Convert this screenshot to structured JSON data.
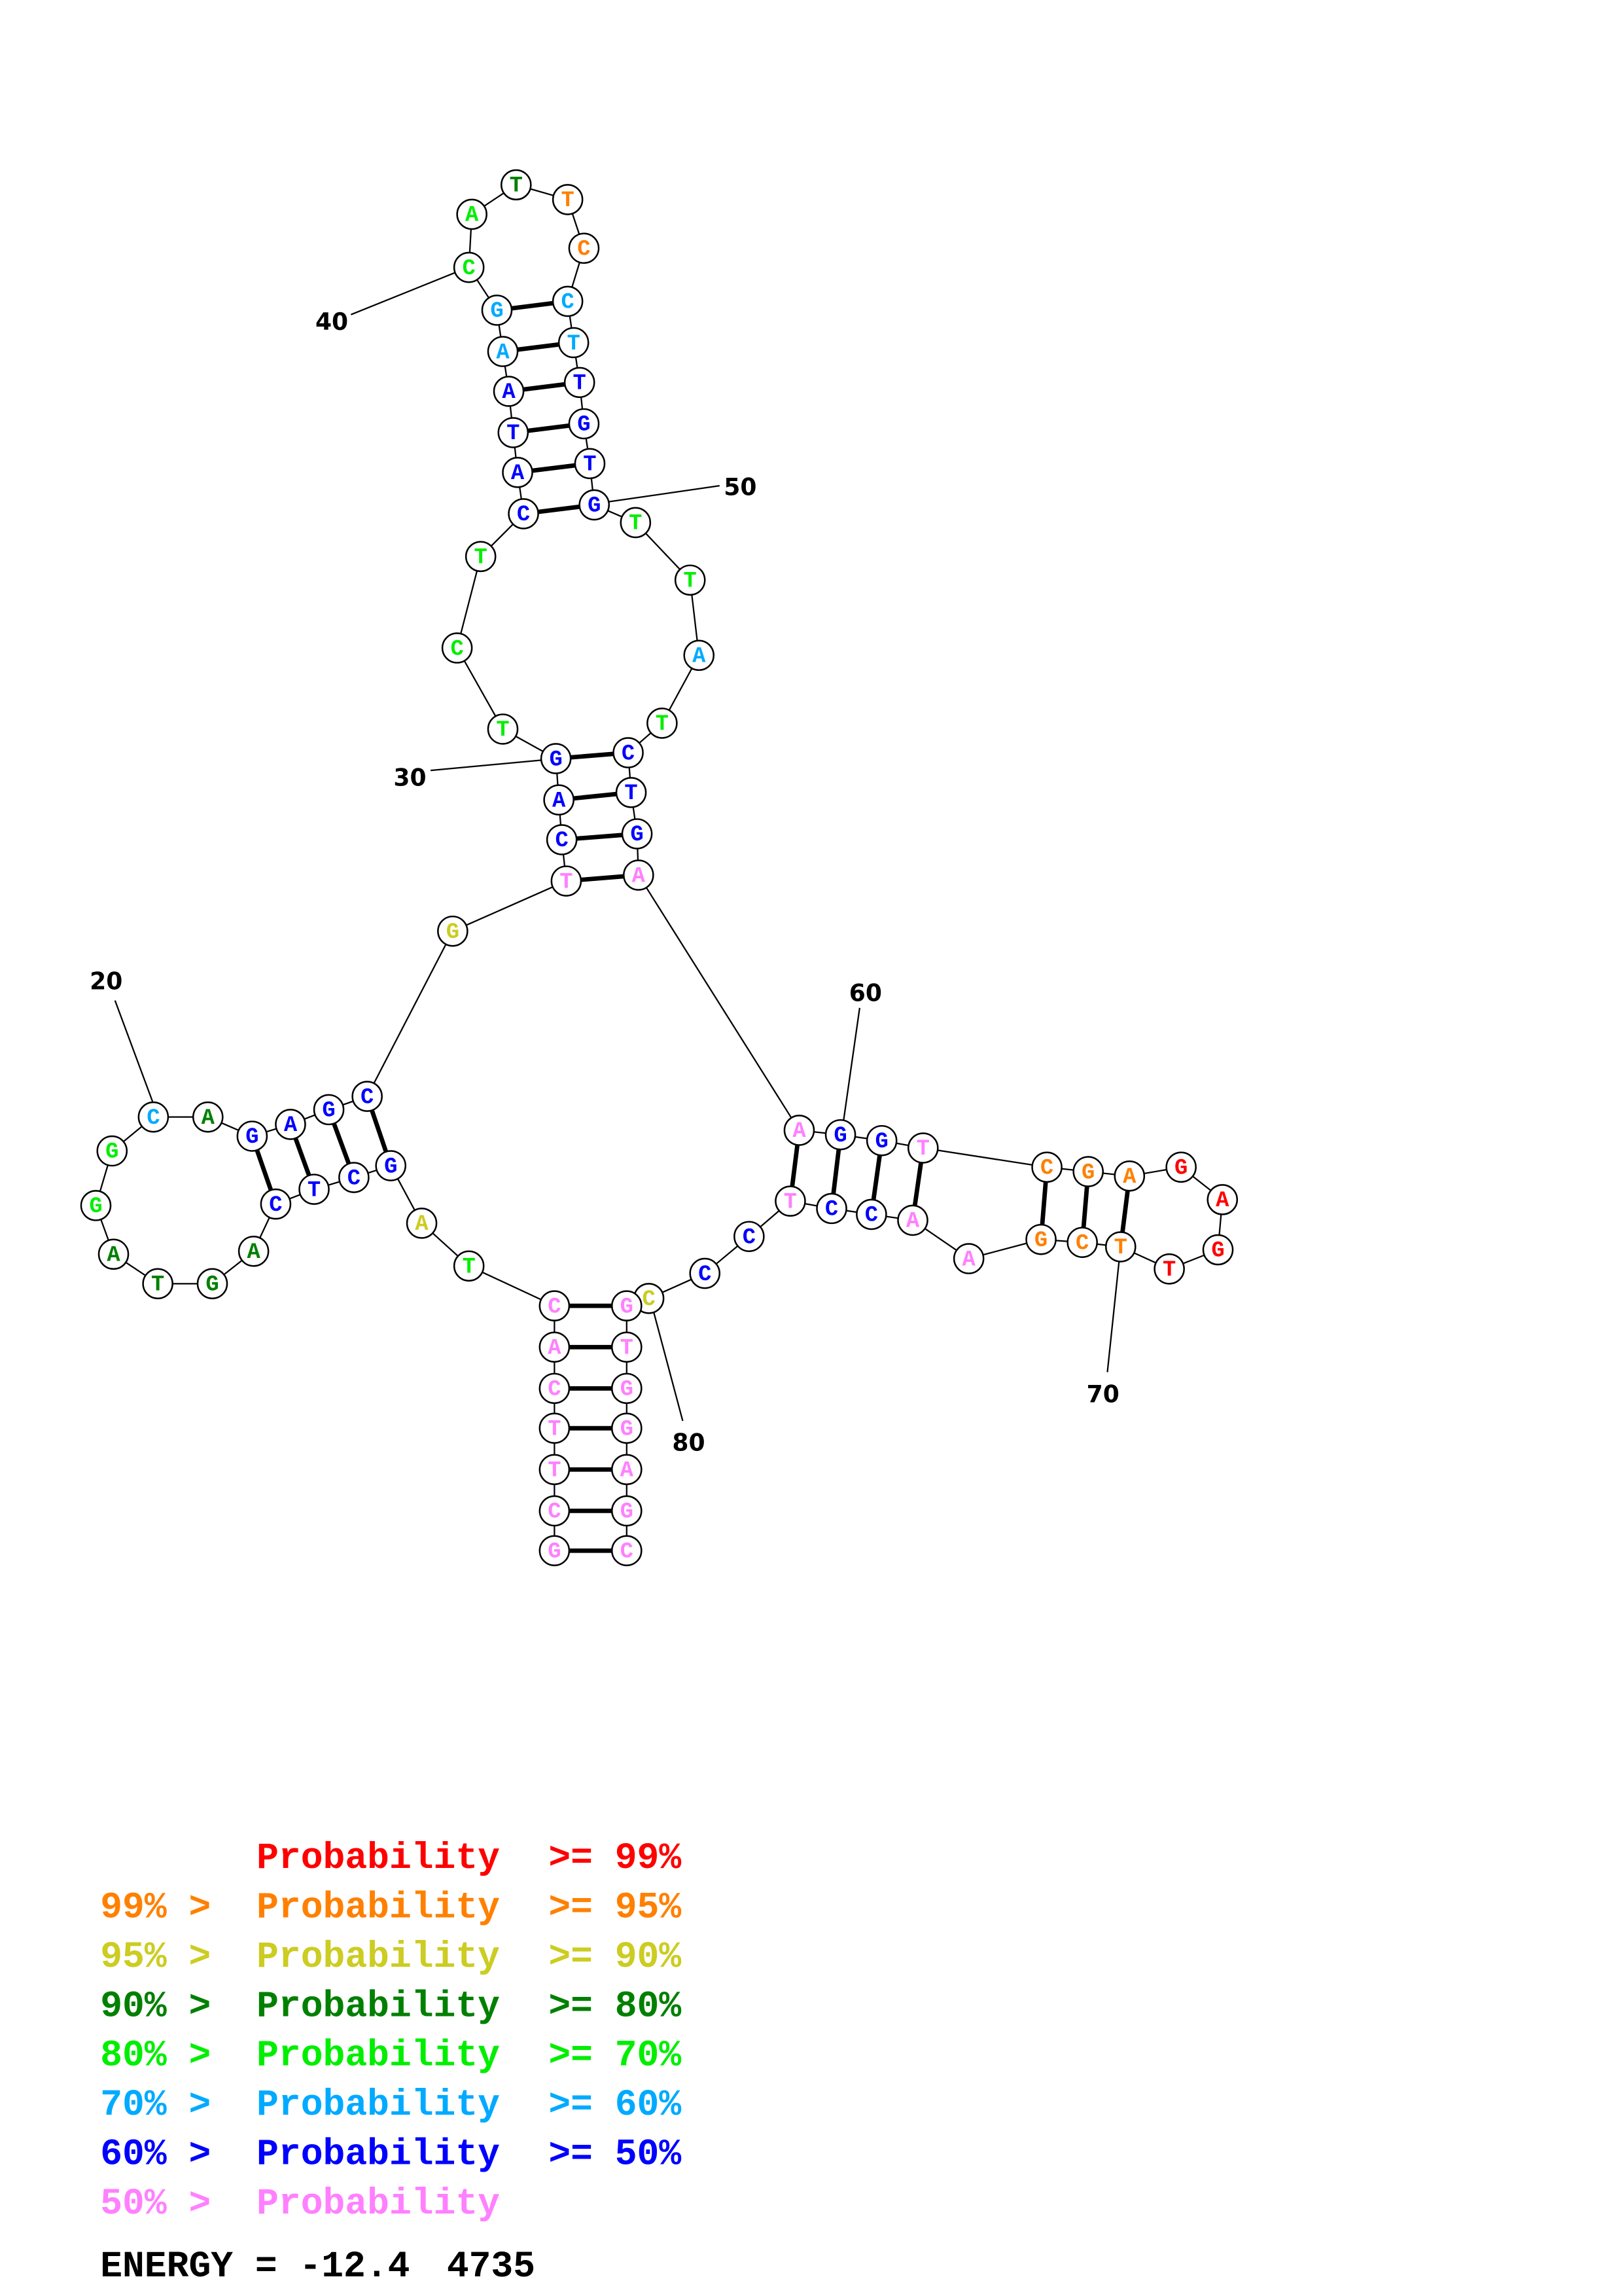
{
  "colors": {
    "p99": "#ff0000",
    "p95": "#ff8000",
    "p90": "#cccc22",
    "p80": "#008000",
    "p70": "#00ee00",
    "p60": "#00aaff",
    "p50": "#0000ff",
    "low": "#ff80ff"
  },
  "sequence": [
    "G",
    "C",
    "T",
    "T",
    "C",
    "A",
    "C",
    "T",
    "A",
    "G",
    "C",
    "T",
    "C",
    "A",
    "G",
    "T",
    "A",
    "G",
    "G",
    "C",
    "A",
    "G",
    "A",
    "G",
    "C",
    "G",
    "T",
    "C",
    "A",
    "G",
    "T",
    "C",
    "T",
    "C",
    "A",
    "T",
    "A",
    "A",
    "G",
    "C",
    "A",
    "T",
    "T",
    "C",
    "C",
    "T",
    "T",
    "G",
    "T",
    "G",
    "T",
    "T",
    "A",
    "T",
    "C",
    "T",
    "G",
    "A",
    "A",
    "G",
    "G",
    "T",
    "C",
    "G",
    "A",
    "G",
    "A",
    "G",
    "T",
    "T",
    "C",
    "G",
    "A",
    "A",
    "C",
    "C",
    "T",
    "C",
    "C",
    "C",
    "G",
    "T",
    "G",
    "G",
    "A",
    "G",
    "C"
  ],
  "probability_class": [
    "low",
    "low",
    "low",
    "low",
    "low",
    "low",
    "low",
    "p70",
    "p90",
    "p50",
    "p50",
    "p50",
    "p50",
    "p80",
    "p80",
    "p80",
    "p80",
    "p70",
    "p70",
    "p60",
    "p80",
    "p50",
    "p50",
    "p50",
    "p50",
    "p90",
    "low",
    "p50",
    "p50",
    "p50",
    "p70",
    "p70",
    "p70",
    "p50",
    "p50",
    "p50",
    "p50",
    "p60",
    "p60",
    "p70",
    "p70",
    "p80",
    "p95",
    "p95",
    "p60",
    "p60",
    "p50",
    "p50",
    "p50",
    "p50",
    "p70",
    "p70",
    "p60",
    "p70",
    "p50",
    "p50",
    "p50",
    "low",
    "low",
    "p50",
    "p50",
    "low",
    "p95",
    "p95",
    "p95",
    "p99",
    "p99",
    "p99",
    "p99",
    "p95",
    "p95",
    "p95",
    "low",
    "low",
    "p50",
    "p50",
    "low",
    "p50",
    "p50",
    "p90",
    "low",
    "low",
    "low",
    "low",
    "low",
    "low",
    "low"
  ],
  "pairs": [
    [
      1,
      87
    ],
    [
      2,
      86
    ],
    [
      3,
      85
    ],
    [
      4,
      84
    ],
    [
      5,
      83
    ],
    [
      6,
      82
    ],
    [
      7,
      81
    ],
    [
      10,
      25
    ],
    [
      11,
      24
    ],
    [
      12,
      23
    ],
    [
      13,
      22
    ],
    [
      27,
      58
    ],
    [
      28,
      57
    ],
    [
      29,
      56
    ],
    [
      30,
      55
    ],
    [
      34,
      50
    ],
    [
      35,
      49
    ],
    [
      36,
      48
    ],
    [
      37,
      47
    ],
    [
      38,
      46
    ],
    [
      39,
      45
    ],
    [
      59,
      77
    ],
    [
      60,
      76
    ],
    [
      61,
      75
    ],
    [
      62,
      74
    ],
    [
      63,
      72
    ],
    [
      64,
      71
    ],
    [
      65,
      70
    ]
  ],
  "position_labels": [
    {
      "index": 20,
      "text": "20"
    },
    {
      "index": 30,
      "text": "30"
    },
    {
      "index": 40,
      "text": "40"
    },
    {
      "index": 50,
      "text": "50"
    },
    {
      "index": 60,
      "text": "60"
    },
    {
      "index": 70,
      "text": "70"
    },
    {
      "index": 80,
      "text": "80"
    }
  ],
  "legend": [
    {
      "prefix": "",
      "label": "Probability",
      "suffix": ">= 99%",
      "color": "#ff0000"
    },
    {
      "prefix": "99% >",
      "label": "Probability",
      "suffix": ">= 95%",
      "color": "#ff8000"
    },
    {
      "prefix": "95% >",
      "label": "Probability",
      "suffix": ">= 90%",
      "color": "#cccc22"
    },
    {
      "prefix": "90% >",
      "label": "Probability",
      "suffix": ">= 80%",
      "color": "#008000"
    },
    {
      "prefix": "80% >",
      "label": "Probability",
      "suffix": ">= 70%",
      "color": "#00ee00"
    },
    {
      "prefix": "70% >",
      "label": "Probability",
      "suffix": ">= 60%",
      "color": "#00aaff"
    },
    {
      "prefix": "60% >",
      "label": "Probability",
      "suffix": ">= 50%",
      "color": "#0000ff"
    },
    {
      "prefix": "50% >",
      "label": "Probability",
      "suffix": "",
      "color": "#ff80ff"
    }
  ],
  "energy": {
    "label": "ENERGY = -12.4",
    "id": "4735"
  }
}
